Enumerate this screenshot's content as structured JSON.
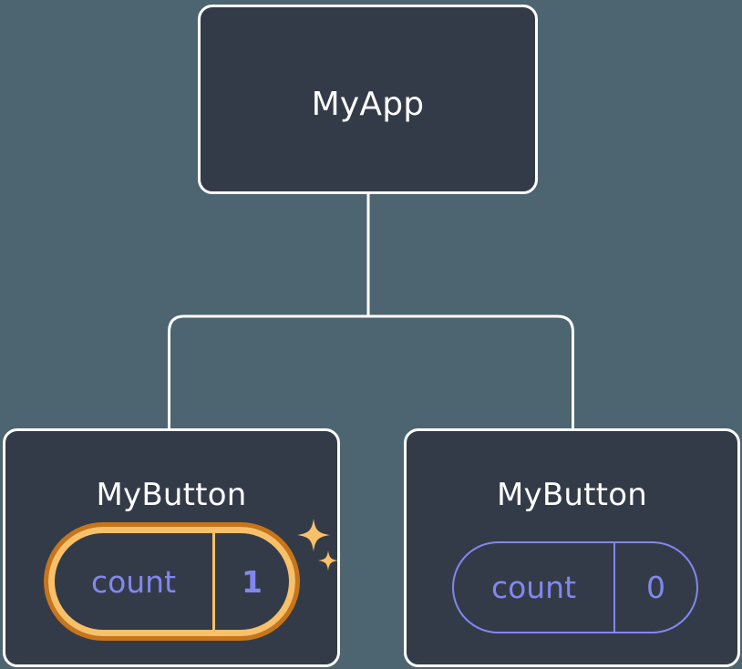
{
  "diagram": {
    "type": "component-tree",
    "background_color": "#4c6570",
    "card_fill_color": "#343b48",
    "card_border_color": "#ffffff",
    "connector_color": "#ffffff",
    "state_accent_color": "#8287ef",
    "highlight_outer_color": "#c8751a",
    "highlight_inner_color": "#f8c069",
    "sparkle_color": "#f9c06a"
  },
  "nodes": {
    "root": {
      "label": "MyApp"
    },
    "child_left": {
      "label": "MyButton",
      "state": {
        "key": "count",
        "value": "1",
        "highlighted": "true"
      }
    },
    "child_right": {
      "label": "MyButton",
      "state": {
        "key": "count",
        "value": "0",
        "highlighted": "false"
      }
    }
  }
}
